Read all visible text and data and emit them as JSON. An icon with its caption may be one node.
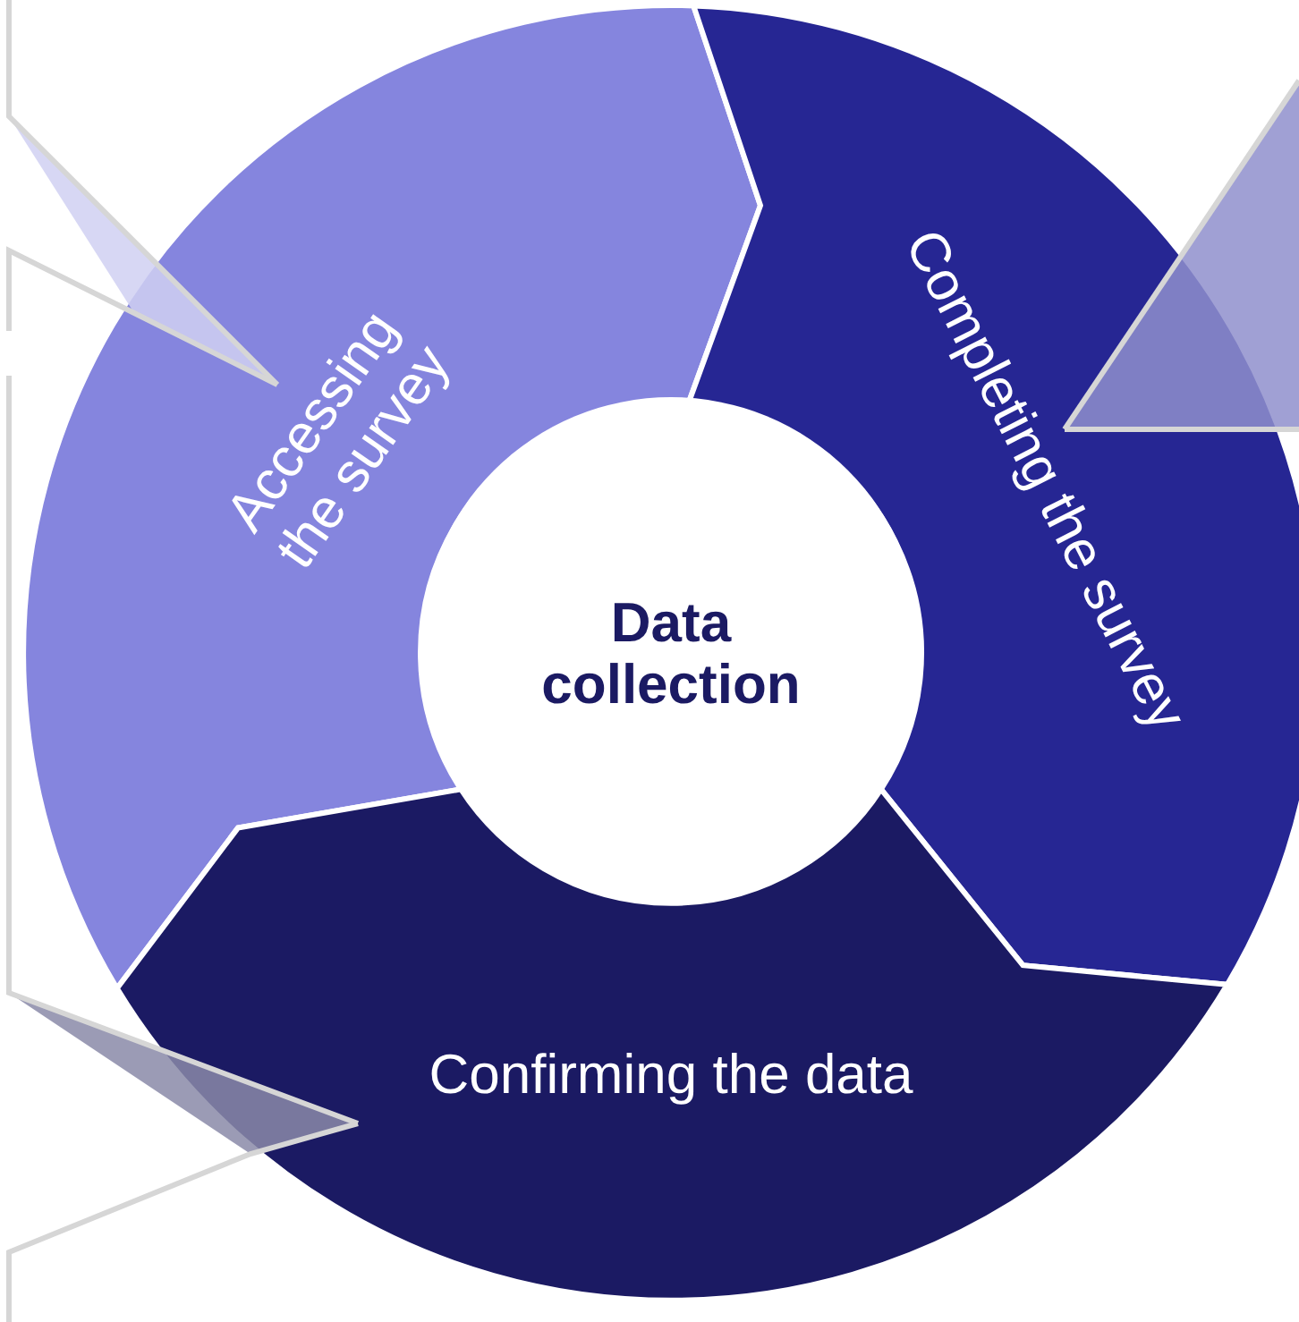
{
  "diagram": {
    "nodes": [
      {
        "text": [
          "Data collection"
        ]
      },
      {
        "text": [
          "Accessing the survey"
        ]
      },
      {
        "text": [
          "Completing the survey"
        ]
      },
      {
        "text": [
          "Confirming the data"
        ]
      }
    ],
    "edges": [
      {
        "from": null,
        "to": 1,
        "arrow": "none"
      },
      {
        "from": null,
        "to": 2,
        "arrow": "none"
      },
      {
        "from": null,
        "to": 3,
        "arrow": "none"
      }
    ]
  }
}
